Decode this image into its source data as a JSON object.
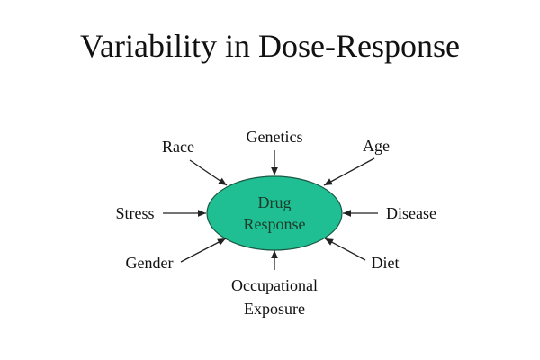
{
  "title": "Variability in Dose-Response",
  "center": {
    "line1": "Drug",
    "line2": "Response",
    "fill": "#1fbf93"
  },
  "factors": {
    "genetics": "Genetics",
    "race": "Race",
    "age": "Age",
    "stress": "Stress",
    "disease": "Disease",
    "gender": "Gender",
    "diet": "Diet",
    "occupational_line1": "Occupational",
    "occupational_line2": "Exposure"
  }
}
